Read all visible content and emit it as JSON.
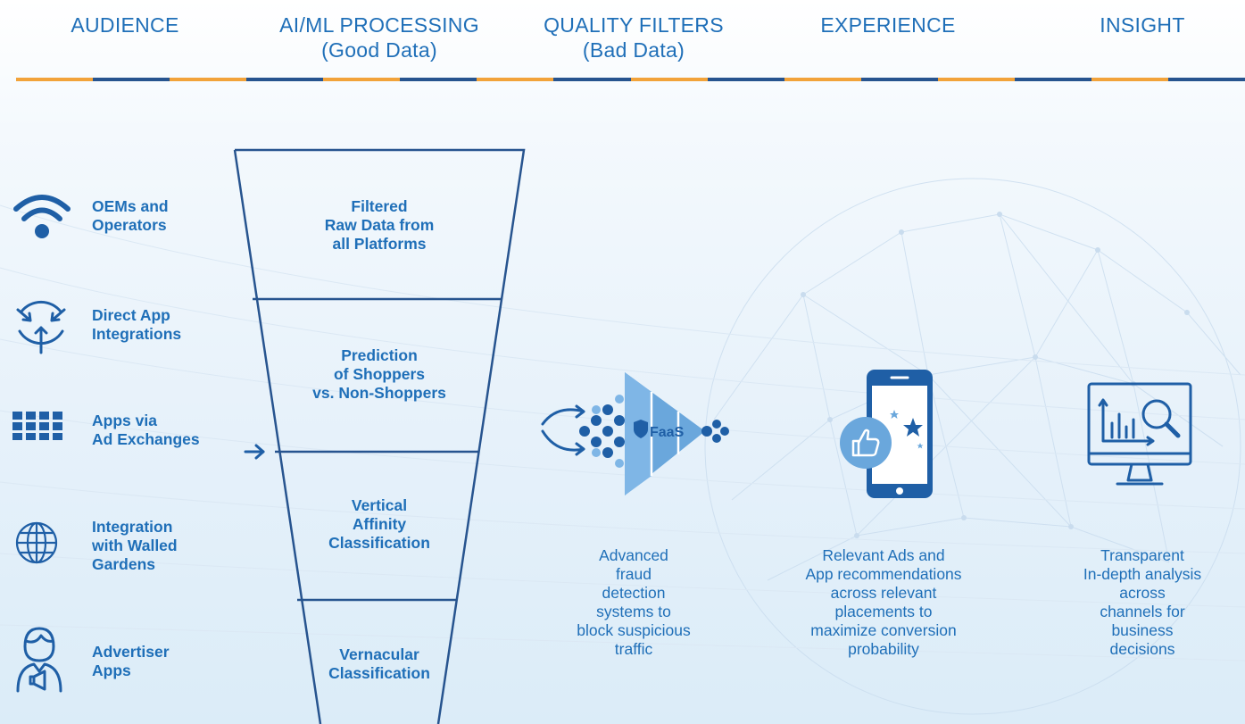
{
  "headers": [
    {
      "id": "audience",
      "text": "AUDIENCE"
    },
    {
      "id": "processing",
      "text": "AI/ML PROCESSING\n(Good Data)"
    },
    {
      "id": "filters",
      "text": "QUALITY FILTERS\n(Bad Data)"
    },
    {
      "id": "experience",
      "text": "EXPERIENCE"
    },
    {
      "id": "insight",
      "text": "INSIGHT"
    }
  ],
  "sources": [
    {
      "label": "OEMs and\nOperators",
      "icon": "wifi-icon"
    },
    {
      "label": "Direct App\nIntegrations",
      "icon": "app-integration-icon"
    },
    {
      "label": "Apps via\nAd Exchanges",
      "icon": "grid-icon"
    },
    {
      "label": "Integration\nwith Walled\nGardens",
      "icon": "globe-icon"
    },
    {
      "label": "Advertiser\nApps",
      "icon": "advertiser-icon"
    }
  ],
  "funnel_stages": [
    "Filtered\nRaw Data from\nall Platforms",
    "Prediction\nof Shoppers\nvs. Non-Shoppers",
    "Vertical\nAffinity\nClassification",
    "Vernacular\nClassification"
  ],
  "faas_label": "FaaS",
  "descriptions": {
    "filters": "Advanced\nfraud\ndetection\nsystems to\nblock suspicious\ntraffic",
    "experience": "Relevant Ads and\nApp recommendations\nacross  relevant\nplacements to\nmaximize conversion\nprobability",
    "insight": "Transparent\nIn-depth analysis\nacross\nchannels for\nbusiness\ndecisions"
  },
  "colors": {
    "text": "#1f6fb8",
    "dark_blue": "#1f5fa6",
    "light_blue": "#6aa7dc",
    "orange_rule": "#f2a33a",
    "navy_rule": "#27548f"
  }
}
